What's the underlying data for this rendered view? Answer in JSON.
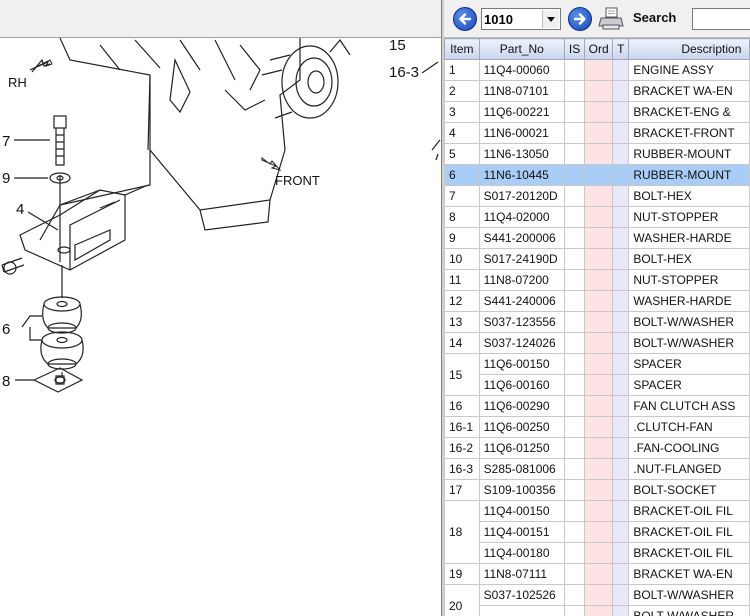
{
  "diagram": {
    "callouts": [
      "15",
      "16-3",
      "7",
      "9",
      "4",
      "6",
      "8"
    ],
    "direction_labels": {
      "rh": "RH",
      "front": "FRONT"
    }
  },
  "toolbar": {
    "page_value": "1010",
    "search_label": "Search",
    "search_value": ""
  },
  "table": {
    "headers": {
      "item": "Item",
      "part_no": "Part_No",
      "is": "IS",
      "ord": "Ord",
      "t": "T",
      "description": "Description"
    },
    "selected_index": 6,
    "rows": [
      {
        "item": "1",
        "part_no": "11Q4-00060",
        "description": "ENGINE ASSY"
      },
      {
        "item": "2",
        "part_no": "11N8-07101",
        "description": "BRACKET WA-EN"
      },
      {
        "item": "3",
        "part_no": "11Q6-00221",
        "description": "BRACKET-ENG &"
      },
      {
        "item": "4",
        "part_no": "11N6-00021",
        "description": "BRACKET-FRONT"
      },
      {
        "item": "5",
        "part_no": "11N6-13050",
        "description": "RUBBER-MOUNT"
      },
      {
        "item": "6",
        "part_no": "11N6-10445",
        "description": "RUBBER-MOUNT"
      },
      {
        "item": "7",
        "part_no": "S017-20120D",
        "description": "BOLT-HEX"
      },
      {
        "item": "8",
        "part_no": "11Q4-02000",
        "description": "NUT-STOPPER"
      },
      {
        "item": "9",
        "part_no": "S441-200006",
        "description": "WASHER-HARDE"
      },
      {
        "item": "10",
        "part_no": "S017-24190D",
        "description": "BOLT-HEX"
      },
      {
        "item": "11",
        "part_no": "11N8-07200",
        "description": "NUT-STOPPER"
      },
      {
        "item": "12",
        "part_no": "S441-240006",
        "description": "WASHER-HARDE"
      },
      {
        "item": "13",
        "part_no": "S037-123556",
        "description": "BOLT-W/WASHER"
      },
      {
        "item": "14",
        "part_no": "S037-124026",
        "description": "BOLT-W/WASHER"
      },
      {
        "item": "15",
        "part_no": "11Q6-00150",
        "description": "SPACER"
      },
      {
        "item": "",
        "part_no": "11Q6-00160",
        "description": "SPACER"
      },
      {
        "item": "16",
        "part_no": "11Q6-00290",
        "description": "FAN CLUTCH ASS"
      },
      {
        "item": "16-1",
        "part_no": "11Q6-00250",
        "description": ".CLUTCH-FAN"
      },
      {
        "item": "16-2",
        "part_no": "11Q6-01250",
        "description": ".FAN-COOLING"
      },
      {
        "item": "16-3",
        "part_no": "S285-081006",
        "description": ".NUT-FLANGED"
      },
      {
        "item": "17",
        "part_no": "S109-100356",
        "description": "BOLT-SOCKET"
      },
      {
        "item": "18",
        "part_no": "11Q4-00150",
        "description": "BRACKET-OIL FIL"
      },
      {
        "item": "",
        "part_no": "11Q4-00151",
        "description": "BRACKET-OIL FIL"
      },
      {
        "item": "",
        "part_no": "11Q4-00180",
        "description": "BRACKET-OIL FIL"
      },
      {
        "item": "19",
        "part_no": "11N8-07111",
        "description": "BRACKET WA-EN"
      },
      {
        "item": "20",
        "part_no": "S037-102526",
        "description": "BOLT-W/WASHER"
      },
      {
        "item": "",
        "part_no": "",
        "description": "BOLT-W/WASHER"
      }
    ]
  }
}
